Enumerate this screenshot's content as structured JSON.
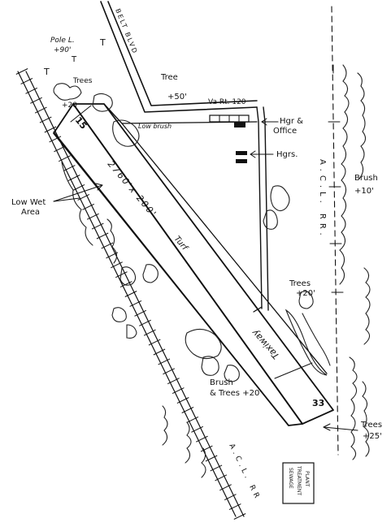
{
  "labels": {
    "pole": "Pole L.",
    "pole_elev": "+90'",
    "t_left": "T",
    "t_right": "T",
    "t_top": "T",
    "trees_top": "Trees",
    "trees_top_elev": "+20",
    "tree": "Tree",
    "tree_elev": "+50'",
    "road_route": "Va Rt. 120",
    "belt_blvd": "BELT BLVD",
    "low_brush": "Low brush",
    "hgr_office_1": "Hgr &",
    "hgr_office_2": "Office",
    "hgrs": "Hgrs.",
    "brush_right": "Brush",
    "brush_right_elev": "+10'",
    "railroad_right": "A.C.L. RR.",
    "low_wet_1": "Low Wet",
    "low_wet_2": "Area",
    "runway_length": "2760'x 200'",
    "runway_surface": "Turf",
    "runway_end_top": "15",
    "runway_end_bottom": "33",
    "taxiway": "Taxiway",
    "trees_mid": "Trees",
    "trees_mid_elev": "+20'",
    "brush_trees_1": "Brush",
    "brush_trees_2": "& Trees +20'",
    "trees_bottom": "Trees",
    "trees_bottom_elev": "+25'",
    "railroad_bottom": "A.C.L. RR",
    "plant_1": "SEWAGE",
    "plant_2": "TREATMENT",
    "plant_3": "PLANT"
  }
}
